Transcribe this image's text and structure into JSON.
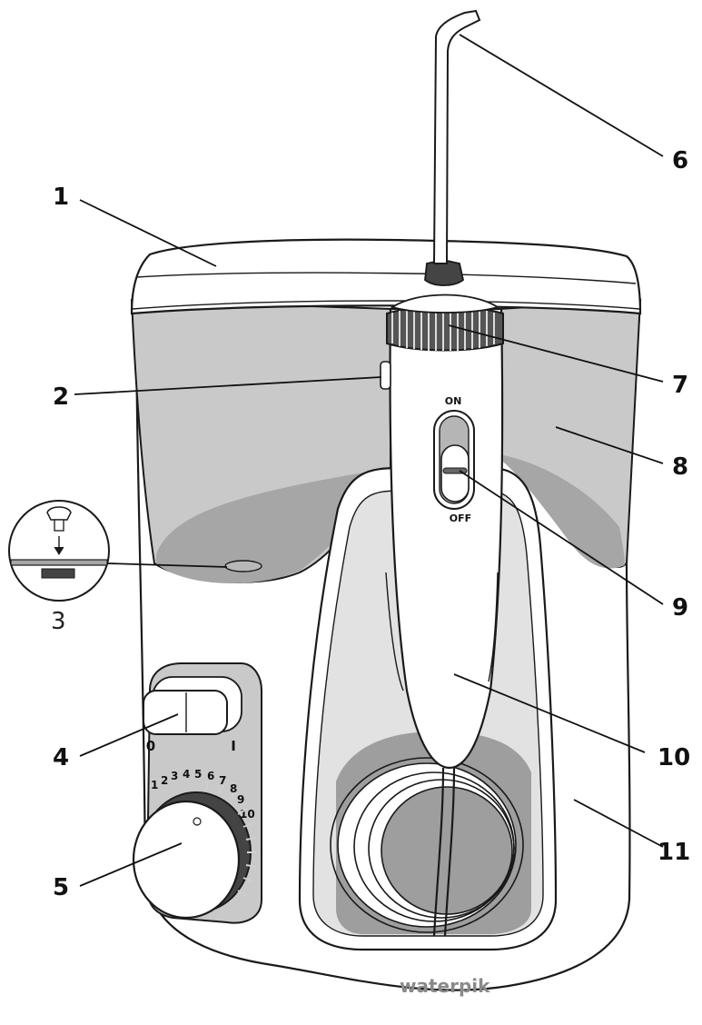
{
  "callouts": {
    "c1": "1",
    "c2": "2",
    "c3": "3",
    "c4": "4",
    "c5": "5",
    "c6": "6",
    "c7": "7",
    "c8": "8",
    "c9": "9",
    "c10": "10",
    "c11": "11"
  },
  "handle_switch": {
    "on": "ON",
    "off": "OFF"
  },
  "power_switch": {
    "off": "0",
    "on": "I"
  },
  "pressure_dial": {
    "numbers": [
      "1",
      "2",
      "3",
      "4",
      "5",
      "6",
      "7",
      "8",
      "9",
      "10"
    ]
  },
  "brand": "waterpik",
  "colors": {
    "reservoir": "#c9c9c9",
    "reservoir_dark": "#a9a9a9",
    "body": "#ffffff",
    "line": "#1a1a1a"
  }
}
